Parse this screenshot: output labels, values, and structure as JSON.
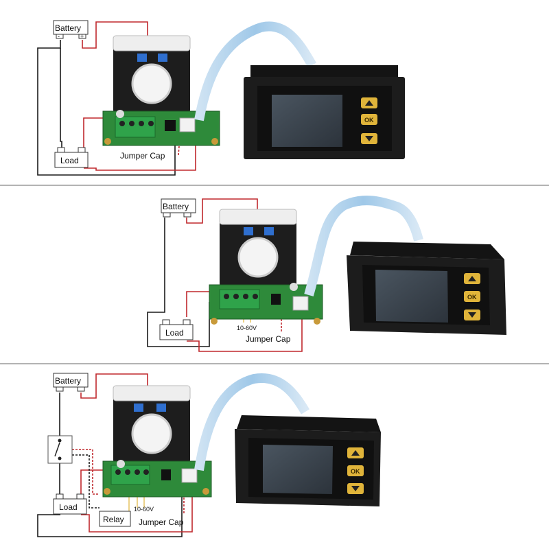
{
  "panels": [
    {
      "battery": "Battery",
      "load": "Load",
      "jumper": "Jumper Cap",
      "ok": "OK"
    },
    {
      "battery": "Battery",
      "load": "Load",
      "voltage_range": "10-60V",
      "jumper": "Jumper Cap",
      "ok": "OK"
    },
    {
      "battery": "Battery",
      "load": "Load",
      "relay": "Relay",
      "voltage_range": "10-60V",
      "jumper": "Jumper Cap",
      "ok": "OK"
    }
  ],
  "colors": {
    "wire_red": "#c0282d",
    "wire_black": "#1a1a1a",
    "pcb_green": "#2e8a3a",
    "terminal_green": "#2fa34a",
    "meter_body": "#1c1c1c",
    "screen": "#3e4752",
    "button_yellow": "#e0b43a",
    "ribbon": "#9fc8e8"
  },
  "icons": [
    "arrow-up-icon",
    "arrow-down-icon",
    "meter-display-icon",
    "hall-sensor-icon"
  ]
}
